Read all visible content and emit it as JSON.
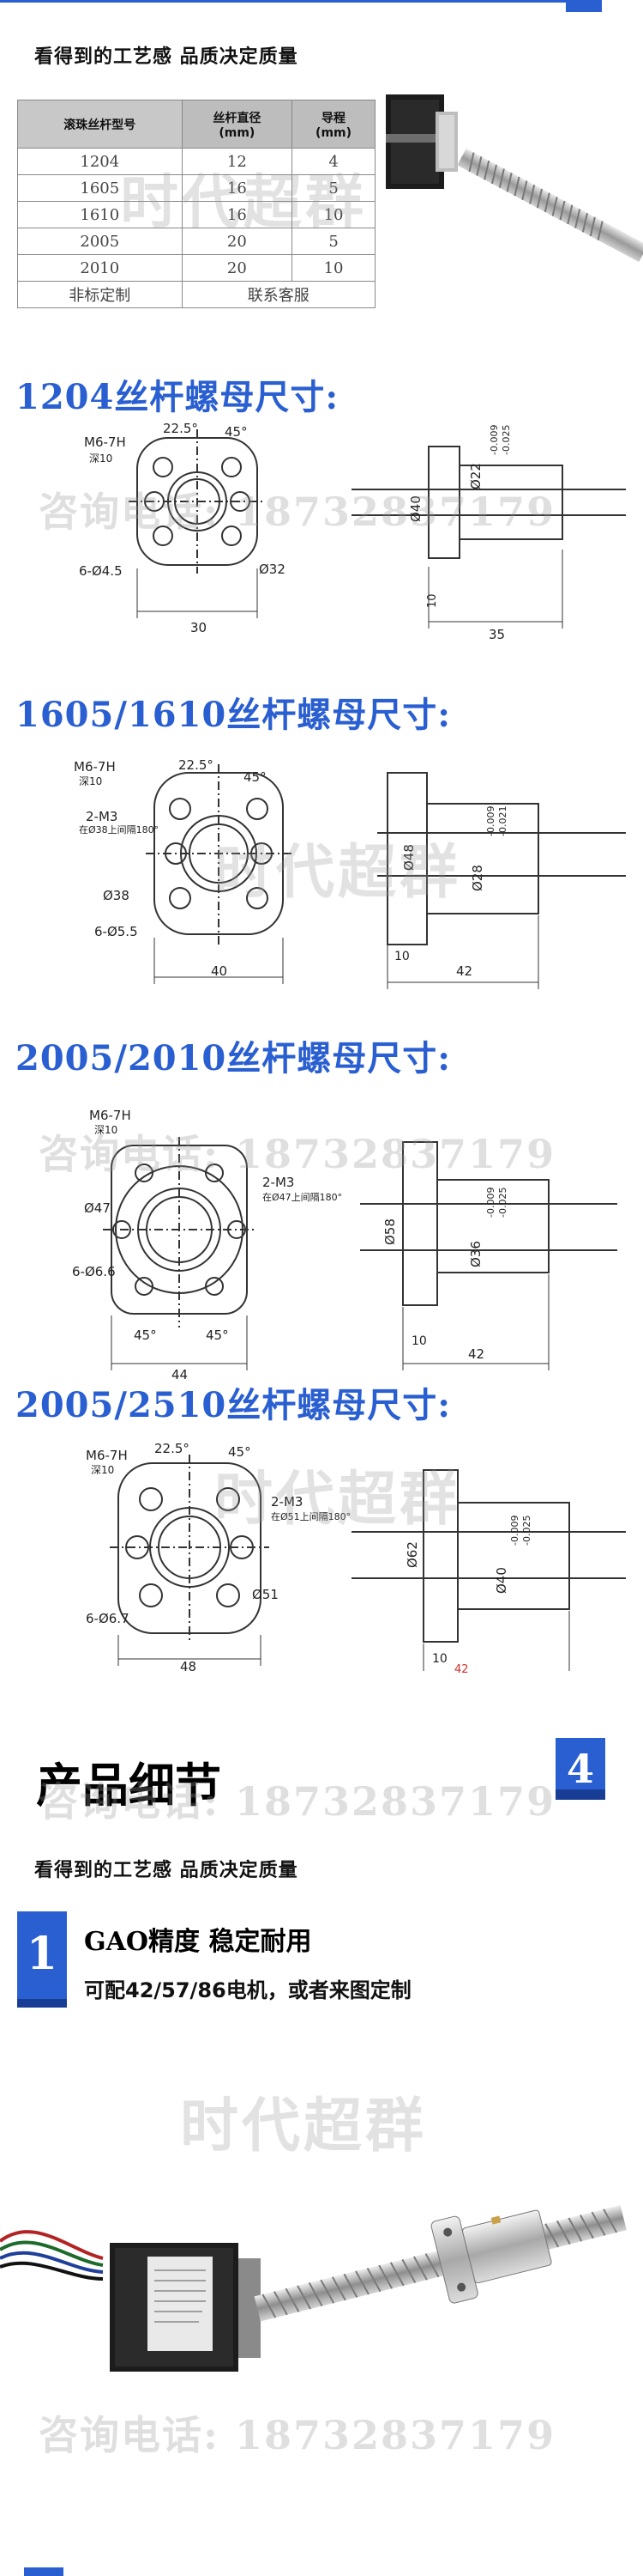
{
  "tagline": "看得到的工艺感  品质决定质量",
  "spec_table": {
    "headers": [
      "滚珠丝杆型号",
      "丝杆直径\n(mm)",
      "导程\n(mm)"
    ],
    "rows": [
      [
        "1204",
        "12",
        "4"
      ],
      [
        "1605",
        "16",
        "5"
      ],
      [
        "1610",
        "16",
        "10"
      ],
      [
        "2005",
        "20",
        "5"
      ],
      [
        "2010",
        "20",
        "10"
      ]
    ],
    "custom_label": "非标定制",
    "custom_value": "联系客服"
  },
  "sections": [
    {
      "title": "1204丝杆螺母尺寸:",
      "labels": {
        "thread": "M6-7H",
        "depth": "深10",
        "angle1": "22.5°",
        "angle2": "45°",
        "holes": "6-Ø4.5",
        "pcd": "Ø32",
        "width": "30",
        "dia_flange": "Ø40",
        "dia_body": "Ø22",
        "tol_a": "-0.009",
        "tol_b": "-0.025",
        "flange_t": "10",
        "length": "35"
      }
    },
    {
      "title": "1605/1610丝杆螺母尺寸:",
      "labels": {
        "thread": "M6-7H",
        "depth": "深10",
        "angle1": "22.5°",
        "angle2": "45°",
        "m3": "2-M3",
        "m3_note": "在Ø38上间隔180°",
        "holes": "6-Ø5.5",
        "pcd": "Ø38",
        "width": "40",
        "dia_flange": "Ø48",
        "dia_body": "Ø28",
        "tol_a": "-0.009",
        "tol_b": "-0.021",
        "flange_t": "10",
        "length": "42"
      }
    },
    {
      "title": "2005/2010丝杆螺母尺寸:",
      "labels": {
        "thread": "M6-7H",
        "depth": "深10",
        "pcd": "Ø47",
        "m3": "2-M3",
        "m3_note": "在Ø47上间隔180°",
        "holes": "6-Ø6.6",
        "angle1": "45°",
        "angle2": "45°",
        "width": "44",
        "dia_flange": "Ø58",
        "dia_body": "Ø36",
        "tol_a": "-0.009",
        "tol_b": "-0.025",
        "flange_t": "10",
        "length": "42"
      }
    },
    {
      "title": "2005/2510丝杆螺母尺寸:",
      "labels": {
        "thread": "M6-7H",
        "depth": "深10",
        "angle1": "22.5°",
        "angle2": "45°",
        "m3": "2-M3",
        "m3_note": "在Ø51上间隔180°",
        "holes": "6-Ø6.7",
        "pcd": "Ø51",
        "width": "48",
        "dia_flange": "Ø62",
        "dia_body": "Ø40",
        "tol_a": "-0.009",
        "tol_b": "-0.025",
        "flange_t": "10",
        "length": "42"
      }
    }
  ],
  "detail": {
    "title": "产品细节",
    "number": "4",
    "tagline": "看得到的工艺感  品质决定质量",
    "feature_number": "1",
    "feature_title": "GAO精度  稳定耐用",
    "feature_sub": "可配42/57/86电机，或者来图定制"
  },
  "watermark": {
    "phone": "咨询电话: 18732837179",
    "brand": "时代超群"
  },
  "colors": {
    "accent": "#2a5fd1",
    "accent_dark": "#173d94",
    "line": "#333333"
  }
}
